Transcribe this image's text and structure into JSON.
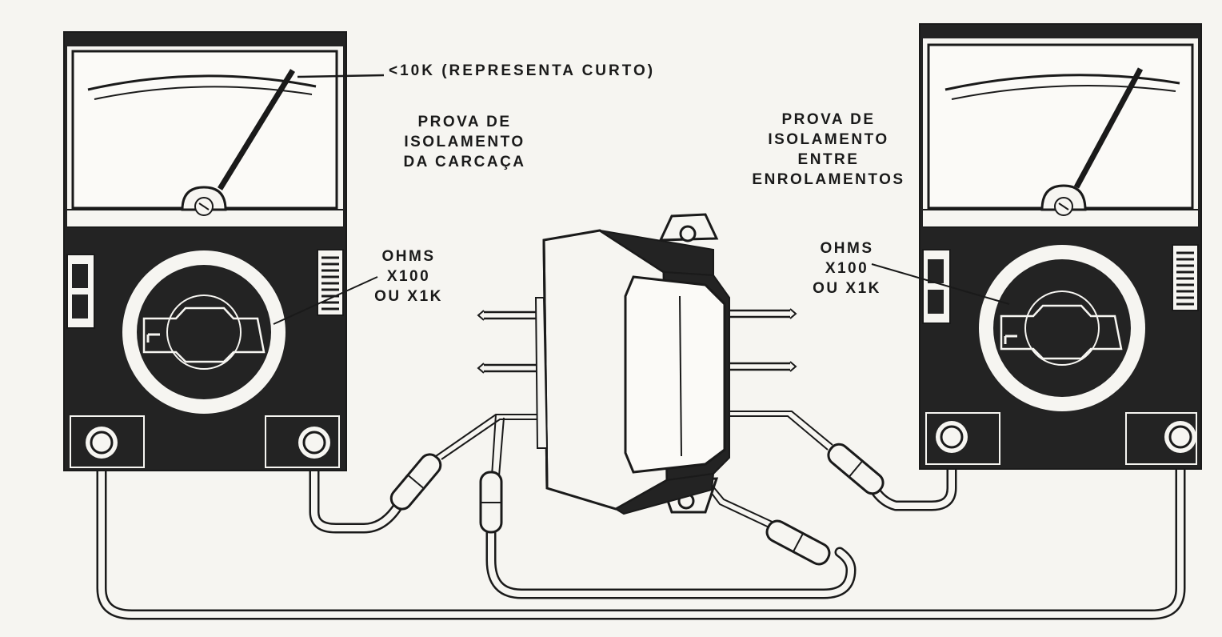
{
  "annotation": {
    "short_reading": "<10K (REPRESENTA CURTO)"
  },
  "left_test": {
    "lines": [
      "PROVA DE",
      "ISOLAMENTO",
      "DA CARCAÇA"
    ]
  },
  "right_test": {
    "lines": [
      "PROVA DE",
      "ISOLAMENTO",
      "ENTRE",
      "ENROLAMENTOS"
    ]
  },
  "left_range": {
    "lines": [
      "OHMS",
      "X100",
      "OU X1K"
    ]
  },
  "right_range": {
    "lines": [
      "OHMS",
      "X100",
      "OU X1K"
    ]
  },
  "colors": {
    "ink": "#1a1a1a",
    "paper": "#f6f5f1",
    "body": "#232323"
  }
}
